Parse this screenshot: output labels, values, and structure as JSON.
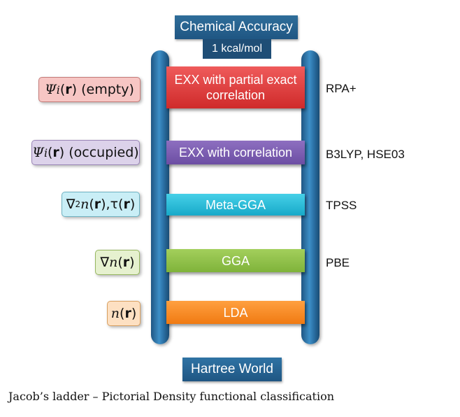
{
  "diagram": {
    "top_title": "Chemical Accuracy",
    "top_subtitle": "1 kcal/mol",
    "bottom_title": "Hartree World",
    "rungs": [
      {
        "label": "EXX with partial exact correlation",
        "example": "RPA+",
        "color": "#e03c3c"
      },
      {
        "label": "EXX with correlation",
        "example": "B3LYP, HSE03",
        "color": "#7d5fb2"
      },
      {
        "label": "Meta-GGA",
        "example": "TPSS",
        "color": "#2bbcd9"
      },
      {
        "label": "GGA",
        "example": "PBE",
        "color": "#90c24a"
      },
      {
        "label": "LDA",
        "example": "",
        "color": "#f58a22"
      }
    ],
    "ingredients": {
      "rpa": {
        "sym": "Ψ",
        "sub": "i",
        "arg": "r",
        "suffix": "(empty)"
      },
      "exx": {
        "sym": "Ψ",
        "sub": "i",
        "arg": "r",
        "suffix": "(occupied)"
      },
      "meta": {
        "pre": "∇",
        "sup": "2",
        "var": "n",
        "arg": "r",
        "tau": "τ"
      },
      "gga": {
        "pre": "∇",
        "var": "n",
        "arg": "r"
      },
      "lda": {
        "var": "n",
        "arg": "r"
      }
    },
    "rail_color": "#2a6fa3"
  },
  "caption": "Jacob’s ladder – Pictorial Density functional classification"
}
